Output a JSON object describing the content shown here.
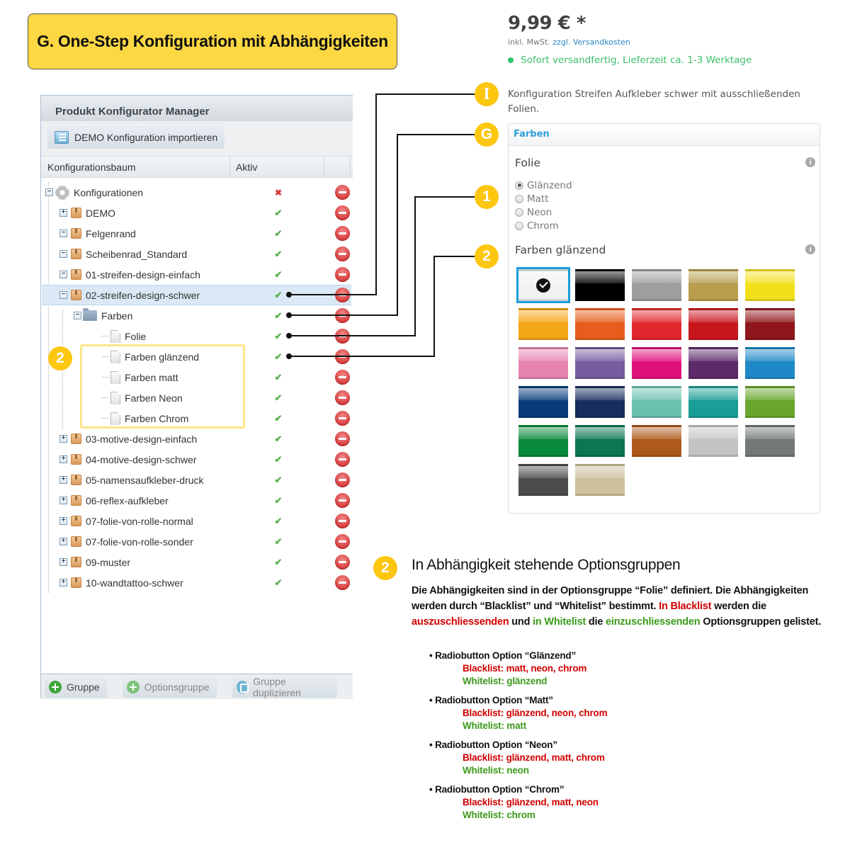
{
  "title": "G. One-Step Konfiguration mit Abhängigkeiten",
  "manager": {
    "header": "Produkt Konfigurator Manager",
    "import_button": "DEMO Konfiguration importieren",
    "columns": {
      "tree": "Konfigurationsbaum",
      "active": "Aktiv"
    },
    "tree": [
      {
        "label": "Konfigurationen",
        "level": 0,
        "type": "root",
        "toggle": "−",
        "active": false
      },
      {
        "label": "DEMO",
        "level": 1,
        "type": "box",
        "toggle": "+",
        "active": true
      },
      {
        "label": "Felgenrand",
        "level": 1,
        "type": "box",
        "toggle": "−",
        "active": true
      },
      {
        "label": "Scheibenrad_Standard",
        "level": 1,
        "type": "box",
        "toggle": "−",
        "active": true
      },
      {
        "label": "01-streifen-design-einfach",
        "level": 1,
        "type": "box",
        "toggle": "−",
        "active": true
      },
      {
        "label": "02-streifen-design-schwer",
        "level": 1,
        "type": "box",
        "toggle": "−",
        "active": true,
        "selected": true
      },
      {
        "label": "Farben",
        "level": 2,
        "type": "folder",
        "toggle": "−",
        "active": true
      },
      {
        "label": "Folie",
        "level": 3,
        "type": "file",
        "active": true
      },
      {
        "label": "Farben glänzend",
        "level": 3,
        "type": "file",
        "active": true
      },
      {
        "label": "Farben matt",
        "level": 3,
        "type": "file",
        "active": true
      },
      {
        "label": "Farben Neon",
        "level": 3,
        "type": "file",
        "active": true
      },
      {
        "label": "Farben Chrom",
        "level": 3,
        "type": "file",
        "active": true
      },
      {
        "label": "03-motive-design-einfach",
        "level": 1,
        "type": "box",
        "toggle": "+",
        "active": true
      },
      {
        "label": "04-motive-design-schwer",
        "level": 1,
        "type": "box",
        "toggle": "+",
        "active": true
      },
      {
        "label": "05-namensaufkleber-druck",
        "level": 1,
        "type": "box",
        "toggle": "+",
        "active": true
      },
      {
        "label": "06-reflex-aufkleber",
        "level": 1,
        "type": "box",
        "toggle": "+",
        "active": true
      },
      {
        "label": "07-folie-von-rolle-normal",
        "level": 1,
        "type": "box",
        "toggle": "+",
        "active": true
      },
      {
        "label": "07-folie-von-rolle-sonder",
        "level": 1,
        "type": "box",
        "toggle": "+",
        "active": true
      },
      {
        "label": "09-muster",
        "level": 1,
        "type": "box",
        "toggle": "+",
        "active": true
      },
      {
        "label": "10-wandtattoo-schwer",
        "level": 1,
        "type": "box",
        "toggle": "+",
        "active": true
      }
    ],
    "status_icons": {
      "active": "✔",
      "inactive": "✖"
    },
    "footer": {
      "group_button": "Gruppe",
      "optiongroup_button": "Optionsgruppe",
      "duplicate_button": "Gruppe duplizieren"
    },
    "highlight_badge": "2"
  },
  "badges": {
    "i": "I",
    "g": "G",
    "one": "1",
    "two": "2"
  },
  "product": {
    "price": "9,99 € *",
    "vat_prefix": "inkl. MwSt. ",
    "shipping_link": "zzgl. Versandkosten",
    "stock": "Sofort versandfertig, Lieferzeit ca. 1-3 Werktage",
    "description": "Konfiguration Streifen Aufkleber schwer mit ausschließenden Folien.",
    "config": {
      "header": "Farben",
      "folie_title": "Folie",
      "options": [
        {
          "label": "Glänzend",
          "checked": true
        },
        {
          "label": "Matt",
          "checked": false
        },
        {
          "label": "Neon",
          "checked": false
        },
        {
          "label": "Chrom",
          "checked": false
        }
      ],
      "colors_title": "Farben glänzend",
      "info_icon": "i",
      "swatches": [
        {
          "color": "#f1f2f2",
          "selected": true
        },
        {
          "color": "#000000"
        },
        {
          "color": "#9d9e9d"
        },
        {
          "color": "#b89d4c"
        },
        {
          "color": "#f2e01a"
        },
        {
          "color": "#f4a617"
        },
        {
          "color": "#e85d1b"
        },
        {
          "color": "#e2262d"
        },
        {
          "color": "#c8161d"
        },
        {
          "color": "#8f161b"
        },
        {
          "color": "#e784b1"
        },
        {
          "color": "#755c9e"
        },
        {
          "color": "#e0127a"
        },
        {
          "color": "#5d2a69"
        },
        {
          "color": "#1f88c6"
        },
        {
          "color": "#083b7c"
        },
        {
          "color": "#172d5e"
        },
        {
          "color": "#6bc1b0"
        },
        {
          "color": "#199d96"
        },
        {
          "color": "#69a72c"
        },
        {
          "color": "#0a8a3c"
        },
        {
          "color": "#0b7650"
        },
        {
          "color": "#ad5a1c"
        },
        {
          "color": "#c2c3c2"
        },
        {
          "color": "#737879"
        },
        {
          "color": "#4b4b4b"
        },
        {
          "color": "#cfc09d"
        }
      ]
    }
  },
  "explanation": {
    "badge": "2",
    "title": "In Abhängigkeit stehende Optionsgruppen",
    "text": {
      "p1": "Die Abhängigkeiten sind in der Optionsgruppe “Folie” definiert. Die Abhängigkeiten werden durch “Blacklist” und “Whitelist” bestimmt. ",
      "in_blacklist": "In Blacklist",
      "p2": " werden die ",
      "exclude": "auszuschliessenden",
      "p3": " und ",
      "in_whitelist": "in Whitelist",
      "p4": " die ",
      "include": "einzuschliessenden",
      "p5": " Optionsgruppen gelistet."
    },
    "rules": [
      {
        "head": "• Radiobutton Option “Glänzend”",
        "blacklist": "Blacklist:  matt, neon, chrom",
        "whitelist": "Whitelist: glänzend"
      },
      {
        "head": "• Radiobutton Option “Matt”",
        "blacklist": "Blacklist:  glänzend, neon, chrom",
        "whitelist": "Whitelist: matt"
      },
      {
        "head": "• Radiobutton Option “Neon”",
        "blacklist": "Blacklist:  glänzend, matt, chrom",
        "whitelist": "Whitelist: neon"
      },
      {
        "head": "• Radiobutton Option “Chrom”",
        "blacklist": "Blacklist:  glänzend, matt, neon",
        "whitelist": "Whitelist: chrom"
      }
    ]
  }
}
